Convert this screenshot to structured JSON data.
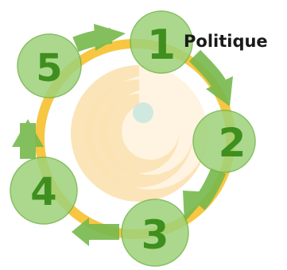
{
  "diagram": {
    "steps": [
      {
        "number": "1",
        "label": "Politique"
      },
      {
        "number": "2"
      },
      {
        "number": "3"
      },
      {
        "number": "4"
      },
      {
        "number": "5"
      }
    ],
    "colors": {
      "node_fill": "#9ed27a",
      "node_stroke": "#73b54a",
      "number_text": "#3f8f1f",
      "arrow": "#77b94c",
      "ring": "#f7c742",
      "swirl": "#fbe2b4",
      "center_dot": "#cfe9de"
    }
  }
}
